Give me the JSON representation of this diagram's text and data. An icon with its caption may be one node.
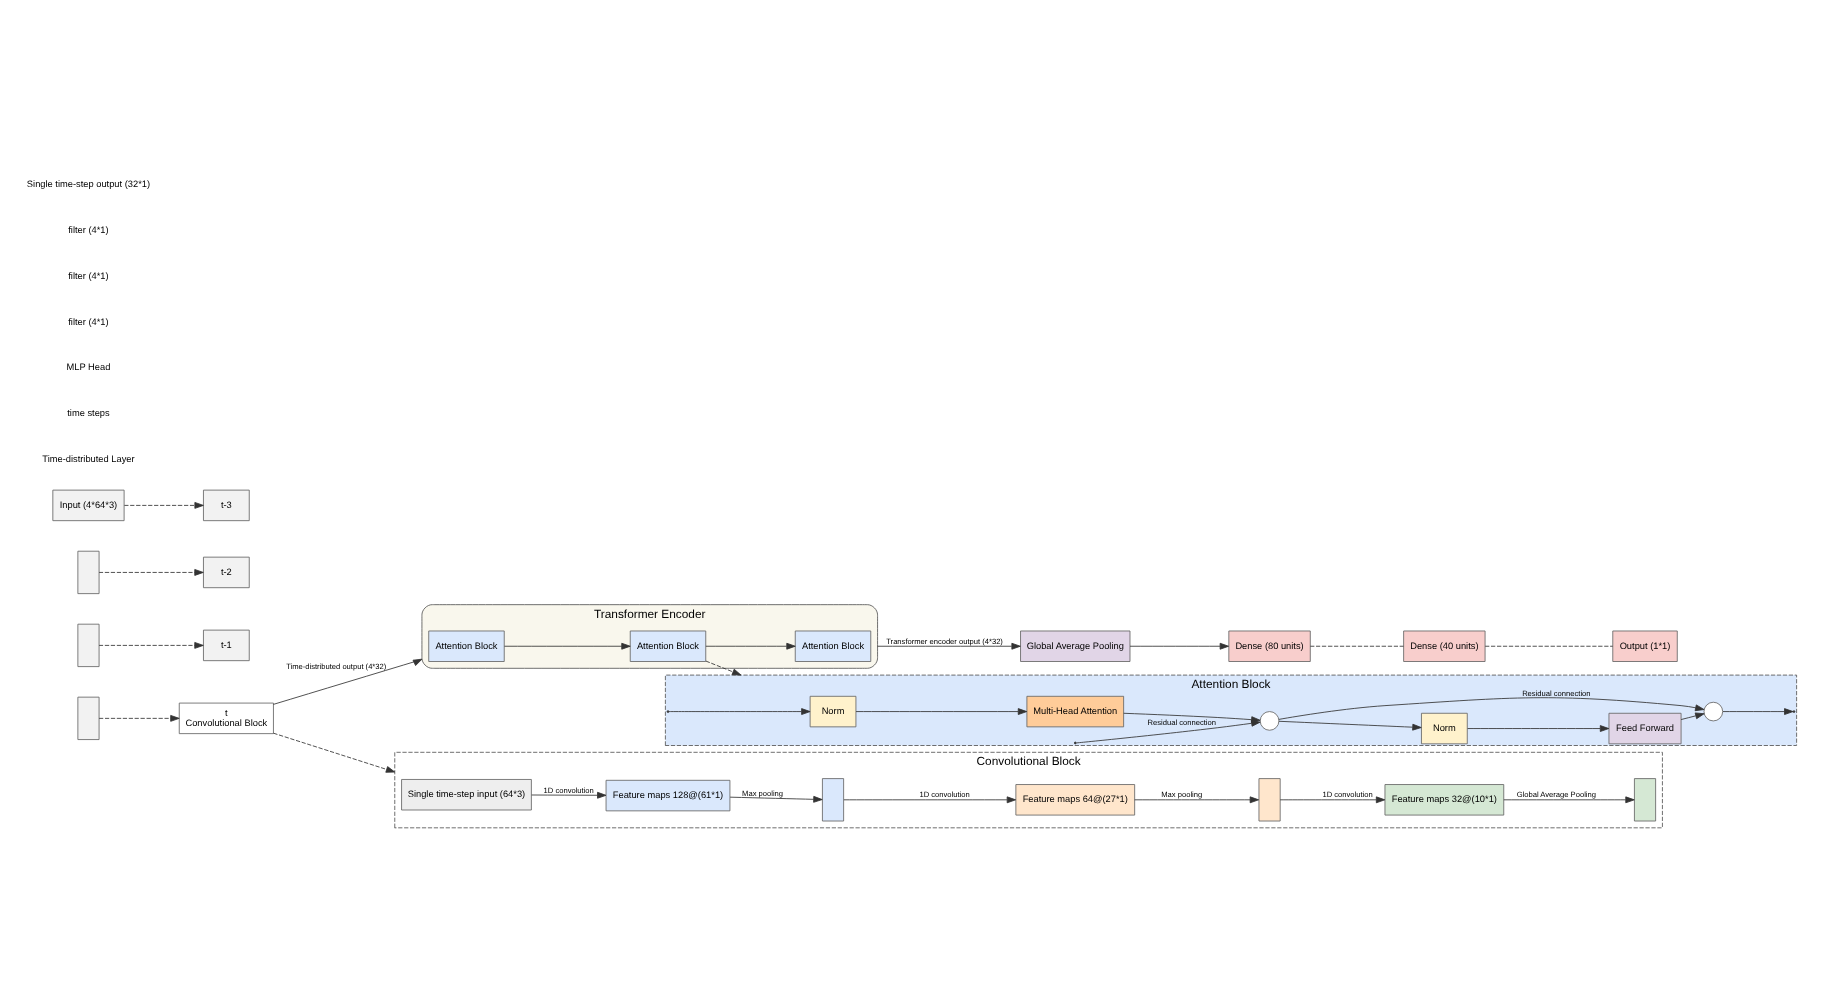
{
  "diagram": {
    "nodes": [
      {
        "text": [
          "Input (4*64*3)"
        ]
      },
      {
        "text": [],
        "shape": "box"
      },
      {
        "text": [],
        "shape": "box"
      },
      {
        "text": [],
        "shape": "box"
      },
      {
        "text": [
          "t-3"
        ]
      },
      {
        "text": [
          "t-2"
        ]
      },
      {
        "text": [
          "t-1"
        ]
      },
      {
        "text": [
          "t",
          "Convolutional Block"
        ]
      },
      {
        "text": [
          "Transformer Encoder"
        ]
      },
      {
        "text": [
          "Attention Block"
        ],
        "in": 8
      },
      {
        "text": [
          "Attention Block"
        ],
        "in": 8
      },
      {
        "text": [
          "Attention Block"
        ],
        "in": 8
      },
      {
        "text": [
          "Global Average Pooling"
        ]
      },
      {
        "text": [
          "Dense (80 units)"
        ]
      },
      {
        "text": [
          "Dense (40 units)"
        ]
      },
      {
        "text": [
          "Output (1*1)"
        ]
      },
      {
        "text": [
          "Convolutional Block"
        ]
      },
      {
        "text": [
          "Single time-step input (64*3)"
        ],
        "in": 16
      },
      {
        "text": [
          "Feature maps 128@(61*1)"
        ],
        "in": 16
      },
      {
        "text": [],
        "shape": "box",
        "in": 16
      },
      {
        "text": [
          "Feature maps 64@(27*1)"
        ],
        "in": 16
      },
      {
        "text": [],
        "shape": "box",
        "in": 16
      },
      {
        "text": [
          "Feature maps 32@(10*1)"
        ],
        "in": 16
      },
      {
        "text": [],
        "shape": "box",
        "in": 16
      },
      {
        "text": [
          "Attention Block"
        ]
      },
      {
        "text": [
          "Norm"
        ],
        "in": 24
      },
      {
        "text": [
          "Multi-Head Attention"
        ],
        "in": 24
      },
      {
        "text": [],
        "shape": "circle",
        "in": 24
      },
      {
        "text": [
          "Norm"
        ],
        "in": 24
      },
      {
        "text": [
          "Feed Forward"
        ],
        "in": 24
      },
      {
        "text": [],
        "shape": "circle",
        "in": 24
      }
    ],
    "edges": [
      {
        "from": 0,
        "to": 4,
        "arrow": "to",
        "style": "dashed"
      },
      {
        "from": 1,
        "to": 5,
        "arrow": "to",
        "style": "dashed"
      },
      {
        "from": 2,
        "to": 6,
        "arrow": "to",
        "style": "dashed"
      },
      {
        "from": 3,
        "to": 7,
        "arrow": "to",
        "style": "dashed"
      },
      {
        "from": 7,
        "to": 8,
        "arrow": "to",
        "label": "Time-distributed output (4*32)"
      },
      {
        "from": 9,
        "to": 10,
        "arrow": "to"
      },
      {
        "from": 10,
        "to": 11,
        "arrow": "to"
      },
      {
        "from": 8,
        "to": 12,
        "arrow": "to",
        "label": "Transformer encoder output (4*32)"
      },
      {
        "from": 12,
        "to": 13,
        "arrow": "to"
      },
      {
        "from": 13,
        "to": 14,
        "arrow": "none",
        "style": "dashed"
      },
      {
        "from": 14,
        "to": 15,
        "arrow": "none",
        "style": "dashed"
      },
      {
        "from": 7,
        "to": 16,
        "arrow": "to",
        "style": "dashed"
      },
      {
        "from": 17,
        "to": 18,
        "arrow": "to",
        "label": "1D convolution"
      },
      {
        "from": 18,
        "to": 19,
        "arrow": "to",
        "label": "Max pooling"
      },
      {
        "from": 19,
        "to": 20,
        "arrow": "to",
        "label": "1D convolution"
      },
      {
        "from": 20,
        "to": 21,
        "arrow": "to",
        "label": "Max pooling"
      },
      {
        "from": 21,
        "to": 22,
        "arrow": "to",
        "label": "1D convolution"
      },
      {
        "from": 22,
        "to": 23,
        "arrow": "to",
        "label": "Global Average Pooling"
      },
      {
        "from": 10,
        "to": 24,
        "arrow": "to",
        "style": "dashed"
      },
      {
        "from": 24,
        "to": 25,
        "arrow": "to"
      },
      {
        "from": 25,
        "to": 26,
        "arrow": "to"
      },
      {
        "from": 26,
        "to": 27,
        "arrow": "to"
      },
      {
        "from": 27,
        "to": 28,
        "arrow": "to"
      },
      {
        "from": 28,
        "to": 29,
        "arrow": "to"
      },
      {
        "from": 29,
        "to": 30,
        "arrow": "to"
      },
      {
        "from": 30,
        "to": 24,
        "arrow": "to"
      },
      {
        "from": 24,
        "to": 27,
        "arrow": "to",
        "label": "Residual connection"
      },
      {
        "from": 27,
        "to": 30,
        "arrow": "to",
        "label": "Residual connection"
      }
    ],
    "labels": [
      "Time-distributed Layer",
      "time steps",
      "MLP Head",
      "filter (4*1)",
      "filter (4*1)",
      "filter (4*1)",
      "Single time-step output (32*1)"
    ]
  }
}
